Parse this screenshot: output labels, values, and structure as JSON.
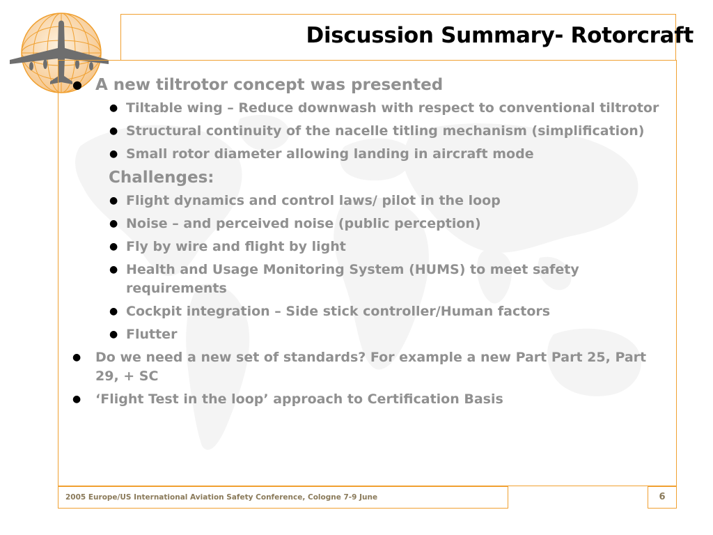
{
  "title": "Discussion Summary- Rotorcraft",
  "footer": {
    "conference": "2005 Europe/US International Aviation Safety Conference, Cologne 7-9 June",
    "page_number": "6"
  },
  "logo": {
    "icon": "airplane-globe-icon",
    "color": "#f0a030"
  },
  "content": {
    "item1": "A new tiltrotor concept was presented",
    "item1_sub": [
      "Tiltable wing – Reduce downwash with respect to conventional tiltrotor",
      "Structural continuity of the nacelle titling mechanism (simplification)",
      "Small rotor diameter allowing landing in aircraft mode"
    ],
    "challenges_heading": "Challenges:",
    "challenges": [
      "Flight dynamics and control laws/ pilot in the loop",
      "Noise – and perceived noise (public perception)",
      "Fly by wire and flight by light",
      "Health and Usage Monitoring System (HUMS) to meet safety requirements",
      "Cockpit integration – Side stick controller/Human factors",
      "Flutter"
    ],
    "item2": "Do we need a new set of standards?  For example a new Part Part 25, Part 29, + SC",
    "item3": "‘Flight Test in the loop’ approach to Certification Basis"
  },
  "colors": {
    "frame": "#f0a030",
    "text": "#909090",
    "title": "#000000"
  }
}
